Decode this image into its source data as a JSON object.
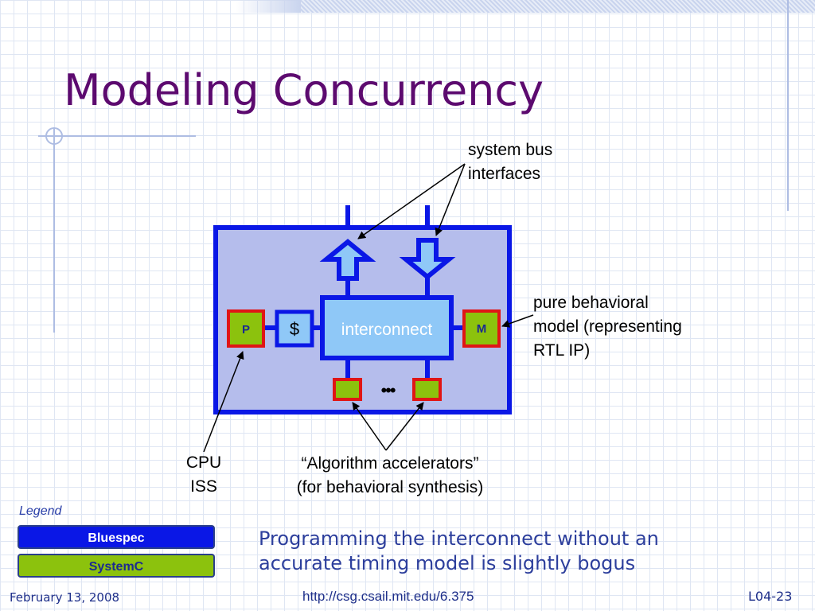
{
  "slide": {
    "title": "Modeling Concurrency",
    "bottom_note": [
      "Programming the interconnect without an",
      "accurate timing model is slightly bogus"
    ]
  },
  "diagram": {
    "interconnect_label": "interconnect",
    "cache_label": "$",
    "processor_label": "P",
    "memory_label": "M",
    "ellipsis": "•••",
    "annotations": {
      "system_bus": [
        "system bus",
        "interfaces"
      ],
      "pure_behavioral": [
        "pure behavioral",
        "model (representing",
        "RTL IP)"
      ],
      "cpu_iss": [
        "CPU",
        "ISS"
      ],
      "accelerators": [
        "“Algorithm accelerators”",
        "(for behavioral synthesis)"
      ]
    }
  },
  "legend": {
    "title": "Legend",
    "bluespec": "Bluespec",
    "systemc": "SystemC"
  },
  "footer": {
    "date": "February 13, 2008",
    "url": "http://csg.csail.mit.edu/6.375",
    "slide_number": "L04-23"
  },
  "colors": {
    "title": "#5c0a6f",
    "bluespec": "#0a17e6",
    "systemc": "#8cc20d",
    "outer_box": "#b5bdec",
    "interconnect_fill": "#8fc8f7",
    "accent_red": "#e01515"
  }
}
